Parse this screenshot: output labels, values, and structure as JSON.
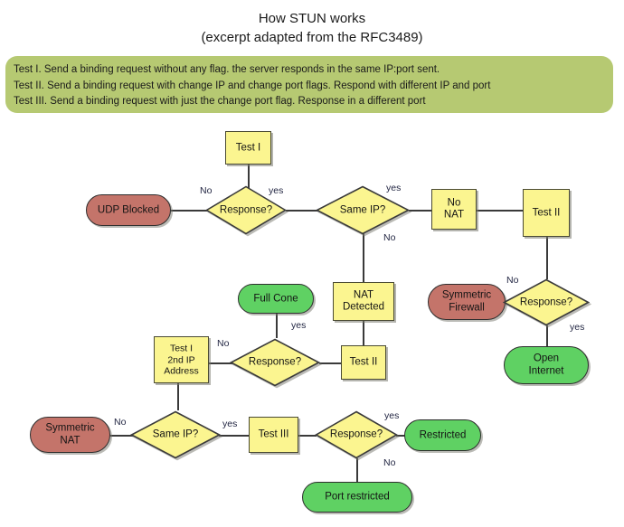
{
  "title": {
    "line1": "How STUN works",
    "line2": "(excerpt adapted from the RFC3489)"
  },
  "legend": {
    "lines": [
      "Test I. Send a binding request without any flag. the server responds in the same IP:port sent.",
      "Test II. Send a binding request with change IP and change port flags. Respond with different IP and port",
      "Test III. Send a binding request with just the change port flag. Response in a different port"
    ]
  },
  "colors": {
    "banner_green": "#b6c972",
    "node_yellow": "#fbf590",
    "node_red": "#c4746a",
    "node_green": "#5fd163",
    "stroke": "#3a3a3a",
    "edge_label": "#1f2340"
  },
  "nodes": {
    "test_1": "Test I",
    "udp_blocked": "UDP Blocked",
    "response_1": "Response?",
    "same_ip_1": "Same IP?",
    "no_nat_l1": "No",
    "no_nat_l2": "NAT",
    "test_2_right": "Test II",
    "nat_detected_l1": "NAT",
    "nat_detected_l2": "Detected",
    "full_cone": "Full Cone",
    "response_2": "Response?",
    "test_2_mid": "Test II",
    "symmetric_firewall_l1": "Symmetric",
    "symmetric_firewall_l2": "Firewall",
    "response_3": "Response?",
    "open_internet_l1": "Open",
    "open_internet_l2": "Internet",
    "test_1_2nd_ip_l1": "Test I",
    "test_1_2nd_ip_l2": "2nd IP",
    "test_1_2nd_ip_l3": "Address",
    "symmetric_nat_l1": "Symmetric",
    "symmetric_nat_l2": "NAT",
    "same_ip_2": "Same IP?",
    "test_3": "Test III",
    "response_4": "Response?",
    "restricted": "Restricted",
    "port_restricted": "Port restricted"
  },
  "edge_labels": {
    "r1_no": "No",
    "r1_yes": "yes",
    "sip1_yes": "yes",
    "sip1_no": "No",
    "r3_no": "No",
    "r3_yes": "yes",
    "r2_no": "No",
    "r2_yes": "yes",
    "sip2_no": "No",
    "sip2_yes": "yes",
    "r4_yes": "yes",
    "r4_no": "No"
  },
  "chart_data": {
    "type": "diagram",
    "title": "How STUN works (excerpt adapted from the RFC3489)",
    "flow": [
      {
        "from": "Test I",
        "to": "Response?",
        "label": ""
      },
      {
        "from": "Response?",
        "to": "UDP Blocked",
        "label": "No"
      },
      {
        "from": "Response?",
        "to": "Same IP?",
        "label": "yes"
      },
      {
        "from": "Same IP?",
        "to": "No NAT",
        "label": "yes"
      },
      {
        "from": "Same IP?",
        "to": "NAT Detected",
        "label": "No"
      },
      {
        "from": "No NAT",
        "to": "Test II",
        "label": ""
      },
      {
        "from": "Test II",
        "to": "Response?",
        "label": ""
      },
      {
        "from": "Response?",
        "to": "Symmetric Firewall",
        "label": "No"
      },
      {
        "from": "Response?",
        "to": "Open Internet",
        "label": "yes"
      },
      {
        "from": "NAT Detected",
        "to": "Test II",
        "label": ""
      },
      {
        "from": "Test II",
        "to": "Response?",
        "label": ""
      },
      {
        "from": "Response?",
        "to": "Full Cone",
        "label": "yes"
      },
      {
        "from": "Response?",
        "to": "Test I 2nd IP Address",
        "label": "No"
      },
      {
        "from": "Test I 2nd IP Address",
        "to": "Same IP?",
        "label": ""
      },
      {
        "from": "Same IP?",
        "to": "Symmetric NAT",
        "label": "No"
      },
      {
        "from": "Same IP?",
        "to": "Test III",
        "label": "yes"
      },
      {
        "from": "Test III",
        "to": "Response?",
        "label": ""
      },
      {
        "from": "Response?",
        "to": "Restricted",
        "label": "yes"
      },
      {
        "from": "Response?",
        "to": "Port restricted",
        "label": "No"
      }
    ]
  }
}
